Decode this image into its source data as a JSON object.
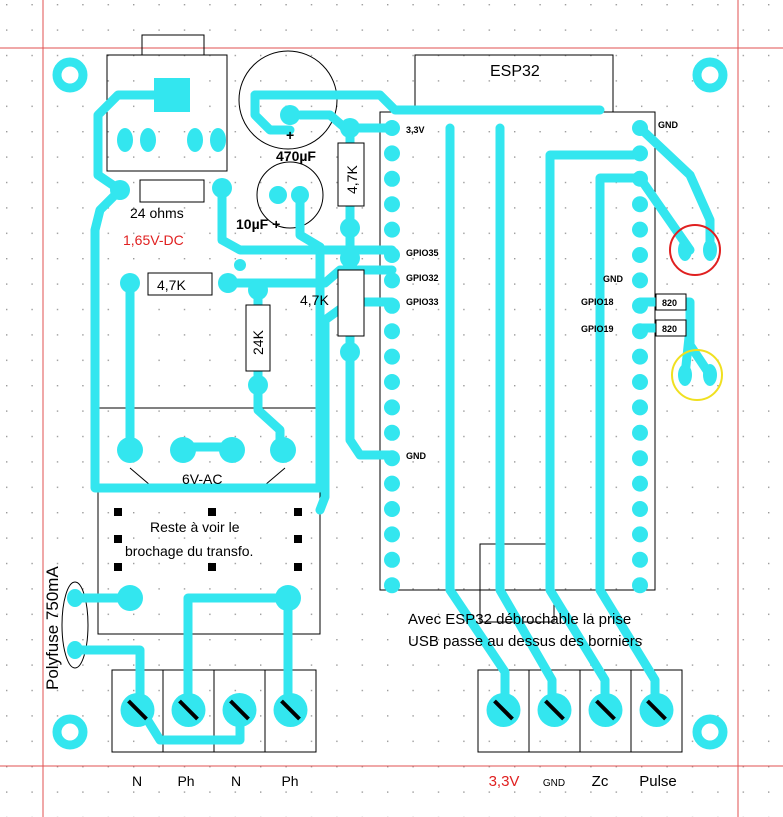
{
  "colors": {
    "trace": "#33e6ef",
    "border": "#e05050",
    "highlight_red": "#e02020",
    "highlight_yellow": "#f0e020",
    "text": "#000000",
    "red_text": "#e02020"
  },
  "components": {
    "esp32": "ESP32",
    "v33": "3,3V",
    "gpio35": "GPIO35",
    "gpio32": "GPIO32",
    "gpio33": "GPIO33",
    "gnd_left": "GND",
    "gnd_right_top": "GND",
    "gnd_right_mid": "GND",
    "gpio18": "GPIO18",
    "gpio19": "GPIO19",
    "r820a": "820",
    "r820b": "820",
    "cap470": "470µF",
    "cap10": "10µF +",
    "cap_plus": "+",
    "res24ohm": "24 ohms",
    "bias": "1,65V-DC",
    "res47k_a": "4,7K",
    "res47k_b": "4,7K",
    "res47k_c": "4,7K",
    "res24k": "24K",
    "ac6v": "6V-AC",
    "transfo_line1": "Reste à voir le",
    "transfo_line2": "brochage du transfo.",
    "polyfuse": "Polyfuse 750mA",
    "usb_note1": "Avec ESP32 débrochable la prise",
    "usb_note2": "USB passe au dessus des borniers"
  },
  "terminals_left": [
    "N",
    "Ph",
    "N",
    "Ph"
  ],
  "terminals_right": [
    "3,3V",
    "GND",
    "Zc",
    "Pulse"
  ]
}
